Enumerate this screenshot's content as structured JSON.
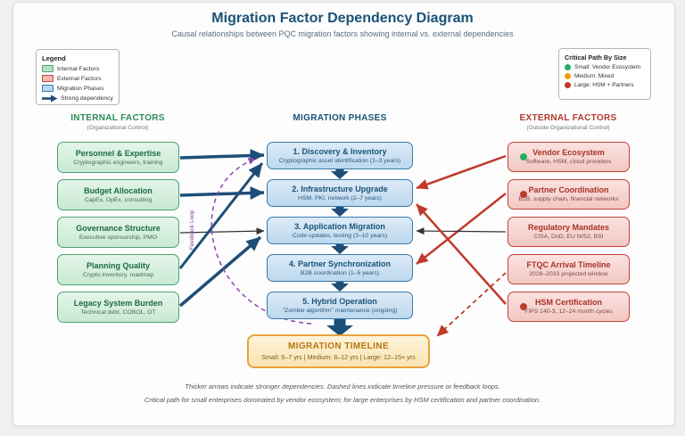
{
  "header": {
    "title": "Migration Factor Dependency Diagram",
    "subtitle": "Causal relationships between PQC migration factors showing internal vs. external dependencies"
  },
  "legend": {
    "title": "Legend",
    "items": [
      {
        "label": "Internal Factors",
        "fill": "#b7e0c3",
        "border": "#4ea273"
      },
      {
        "label": "External Factors",
        "fill": "#f2b8b2",
        "border": "#c0453c"
      },
      {
        "label": "Migration Phases",
        "fill": "#b9d7ee",
        "border": "#3879ab"
      }
    ],
    "strong_dependency_label": "Strong dependency",
    "arrow_color": "#1d4e78"
  },
  "critical_path": {
    "title": "Critical Path By Size",
    "items": [
      {
        "label": "Small: Vendor Ecosystem",
        "color": "#27ae60"
      },
      {
        "label": "Medium: Mixed",
        "color": "#f39c12"
      },
      {
        "label": "Large: HSM + Partners",
        "color": "#c0392b"
      }
    ]
  },
  "columns": {
    "internal": {
      "title": "INTERNAL FACTORS",
      "subtitle": "(Organizational Control)"
    },
    "phases": {
      "title": "MIGRATION PHASES"
    },
    "external": {
      "title": "EXTERNAL FACTORS",
      "subtitle": "(Outside Organizational Control)"
    }
  },
  "internal_factors": [
    {
      "title": "Personnel & Expertise",
      "subtitle": "Cryptographic engineers, training"
    },
    {
      "title": "Budget Allocation",
      "subtitle": "CapEx, OpEx, consulting"
    },
    {
      "title": "Governance Structure",
      "subtitle": "Executive sponsorship, PMO"
    },
    {
      "title": "Planning Quality",
      "subtitle": "Crypto inventory, roadmap"
    },
    {
      "title": "Legacy System Burden",
      "subtitle": "Technical debt, COBOL, OT"
    }
  ],
  "migration_phases": [
    {
      "title": "1. Discovery & Inventory",
      "subtitle": "Cryptographic asset identification (1–3 years)"
    },
    {
      "title": "2. Infrastructure Upgrade",
      "subtitle": "HSM, PKI, network (2–7 years)"
    },
    {
      "title": "3. Application Migration",
      "subtitle": "Code updates, testing (3–10 years)"
    },
    {
      "title": "4. Partner Synchronization",
      "subtitle": "B2B coordination (1–5 years)"
    },
    {
      "title": "5. Hybrid Operation",
      "subtitle": "\"Zombie algorithm\" maintenance (ongoing)"
    }
  ],
  "external_factors": [
    {
      "title": "Vendor Ecosystem",
      "subtitle": "Software, HSM, cloud providers",
      "dot": "#27ae60"
    },
    {
      "title": "Partner Coordination",
      "subtitle": "B2B, supply chain, financial networks",
      "dot": "#c0392b"
    },
    {
      "title": "Regulatory Mandates",
      "subtitle": "CISA, DoD, EU NIS2, BSI"
    },
    {
      "title": "FTQC Arrival Timeline",
      "subtitle": "2028–2033 projected window"
    },
    {
      "title": "HSM Certification",
      "subtitle": "FIPS 140-3, 12–24 month cycles",
      "dot": "#c0392b"
    }
  ],
  "timeline": {
    "title": "MIGRATION TIMELINE",
    "ranges": "Small: 5–7 yrs | Medium: 8–12 yrs | Large: 12–15+ yrs"
  },
  "feedback_loop_label": "Feedback Loop",
  "notes": {
    "line1": "Thicker arrows indicate stronger dependencies. Dashed lines indicate timeline pressure or feedback loops.",
    "line2": "Critical path for small enterprises dominated by vendor ecosystem; for large enterprises by HSM certification and partner coordination."
  }
}
